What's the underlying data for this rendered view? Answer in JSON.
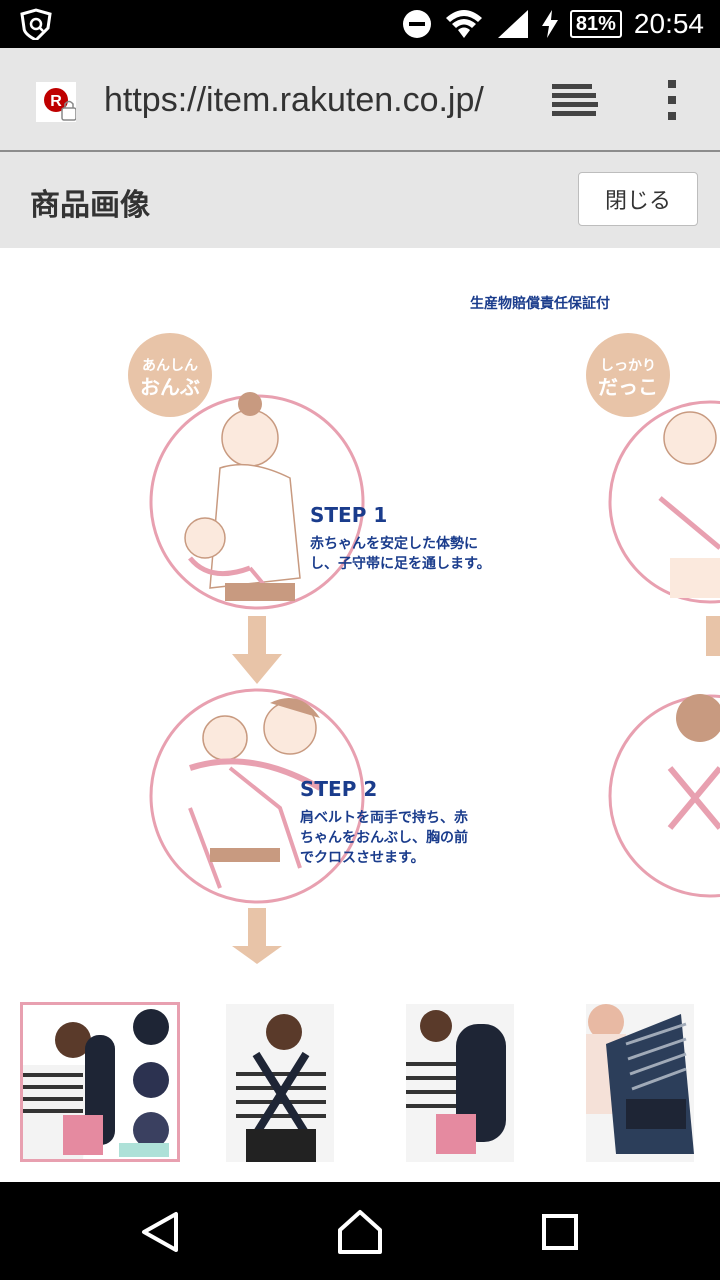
{
  "status_bar": {
    "time": "20:54",
    "battery": "81%",
    "icons": [
      "shield-icon",
      "dnd-icon",
      "wifi-icon",
      "signal-icon",
      "charging-icon",
      "battery-icon"
    ]
  },
  "browser": {
    "url": "https://item.rakuten.co.jp/",
    "favicon": "rakuten-lock-icon"
  },
  "header": {
    "title": "商品画像",
    "close_label": "閉じる"
  },
  "main_image": {
    "badge": "生産物賠償責任保証付",
    "left_label_line1": "あんしん",
    "left_label_line2": "おんぶ",
    "right_label_line1": "しっかり",
    "right_label_line2": "だっこ",
    "step1_title": "STEP 1",
    "step1_line1": "赤ちゃんを安定した体勢に",
    "step1_line2": "し、子守帯に足を通します。",
    "step2_title": "STEP 2",
    "step2_line1": "肩ベルトを両手で持ち、赤",
    "step2_line2": "ちゃんをおんぶし、胸の前",
    "step2_line3": "でクロスさせます。",
    "accent_pink": "#e8a0b0",
    "accent_navy": "#1a3c8c",
    "arrow_color": "#e8c4a8"
  },
  "thumbnails": [
    {
      "name": "thumb-1",
      "active": true
    },
    {
      "name": "thumb-2",
      "active": false
    },
    {
      "name": "thumb-3",
      "active": false
    },
    {
      "name": "thumb-4",
      "active": false
    }
  ],
  "nav_icons": [
    "back-icon",
    "home-icon",
    "recents-icon"
  ]
}
